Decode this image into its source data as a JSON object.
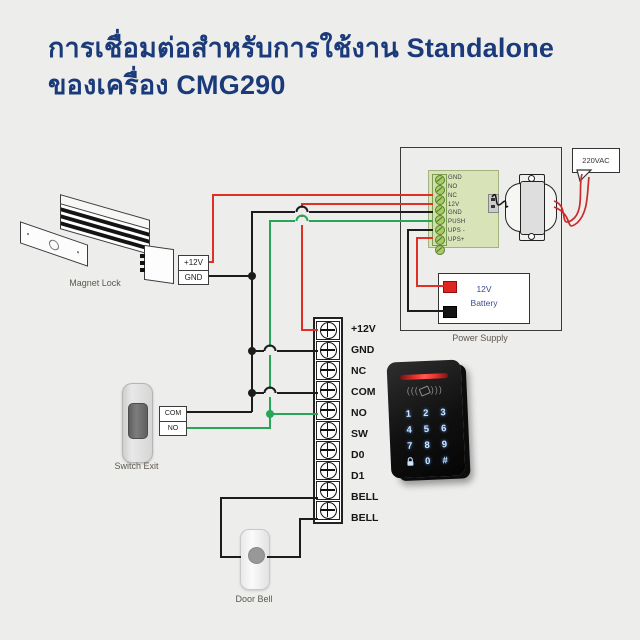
{
  "title": {
    "line1": "การเชื่อมต่อสำหรับการใช้งาน Standalone",
    "line2": "ของเครื่อง CMG290"
  },
  "colors": {
    "background": "#ededec",
    "title_text": "#1a3a7a",
    "wire_red": "#df2f27",
    "wire_black": "#1c1c1c",
    "wire_green": "#27a658",
    "pcb_green": "#d8e4b8",
    "keypad_led_bar": "#e8302c",
    "keypad_digits": "#cfe4ff",
    "battery_text": "#3f4b8c"
  },
  "magnet_lock": {
    "caption": "Magnet Lock",
    "terminals": [
      "+12V",
      "GND"
    ]
  },
  "switch_exit": {
    "caption": "Switch Exit",
    "terminals": [
      "COM",
      "NO"
    ]
  },
  "door_bell": {
    "caption": "Door Bell"
  },
  "terminal_block": {
    "labels": [
      "+12V",
      "GND",
      "NC",
      "COM",
      "NO",
      "SW",
      "D0",
      "D1",
      "BELL",
      "BELL"
    ]
  },
  "keypad": {
    "rfid_left": "(((",
    "rfid_right": ")))",
    "keys": [
      "1",
      "2",
      "3",
      "4",
      "5",
      "6",
      "7",
      "8",
      "9",
      "lock-icon",
      "0",
      "#"
    ]
  },
  "power_supply": {
    "caption": "Power Supply",
    "pcb_terminals": [
      "GND",
      "NO",
      "NC",
      "12V",
      "GND",
      "PUSH",
      "UPS -",
      "UPS+"
    ],
    "mains_label": "220VAC",
    "battery": {
      "line1": "12V",
      "line2": "Battery"
    }
  }
}
